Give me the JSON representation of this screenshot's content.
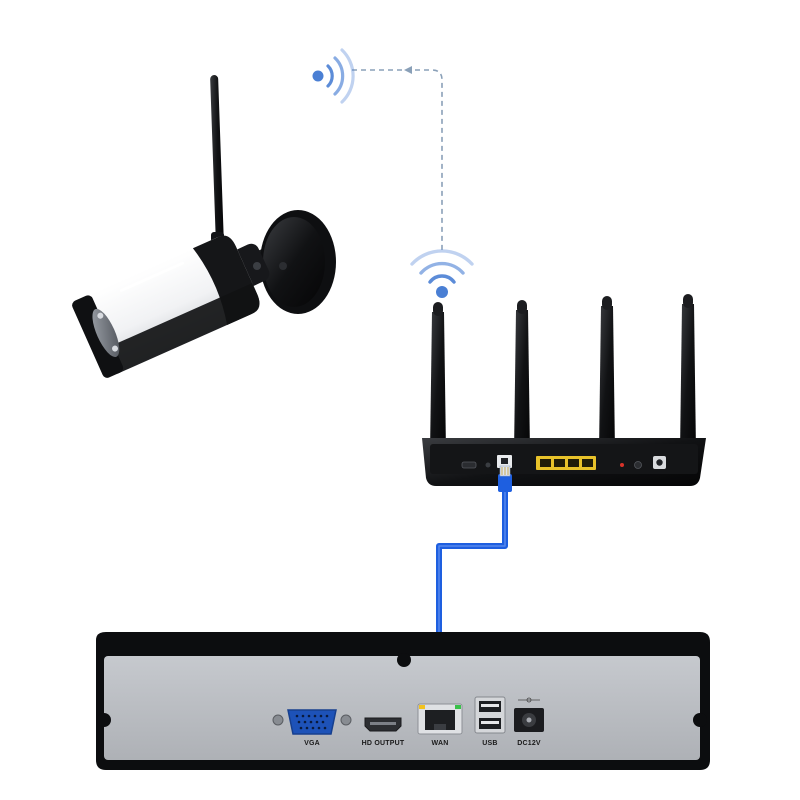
{
  "nvr": {
    "ports": [
      {
        "id": "vga",
        "label": "VGA"
      },
      {
        "id": "hd-output",
        "label": "HD OUTPUT"
      },
      {
        "id": "wan",
        "label": "WAN"
      },
      {
        "id": "usb",
        "label": "USB"
      },
      {
        "id": "dc12v",
        "label": "DC12V"
      }
    ]
  },
  "colors": {
    "cable": "#1e5fe0",
    "wifi": "#4a7fd4",
    "dashed_link": "#8aa0b8",
    "router_port": "#e8c22a",
    "nvr_panel": "#b9bcc1",
    "device_body": "#0c0c0e"
  },
  "icons": [
    "wifi-signal-icon",
    "wifi-signal-icon",
    "ethernet-plug-icon"
  ]
}
